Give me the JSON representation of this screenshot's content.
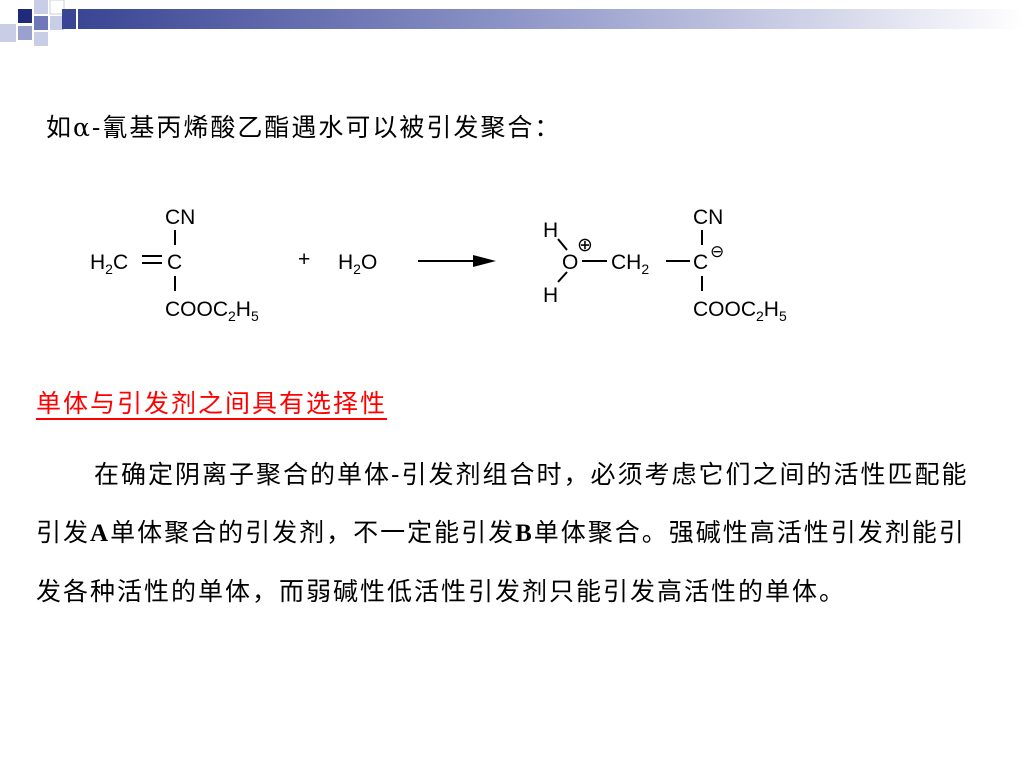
{
  "colors": {
    "accent_dark": "#1f2a7a",
    "accent_mid": "#6f78b8",
    "accent_light": "#c9cde6",
    "heading": "#ff0000"
  },
  "intro": "如α-氰基丙烯酸乙酯遇水可以被引发聚合：",
  "reaction": {
    "reactant": {
      "cn": "CN",
      "h": "H",
      "h2_sub": "2",
      "c_left": "C",
      "c_center": "C",
      "ester": "COOC",
      "ester_sub1": "2",
      "ester_h": "H",
      "ester_sub2": "5"
    },
    "plus": "+",
    "water": {
      "h": "H",
      "sub": "2",
      "o": "O"
    },
    "product": {
      "h_top": "H",
      "h_bottom": "H",
      "o": "O",
      "plus_charge": "⊕",
      "ch": "CH",
      "ch_sub": "2",
      "c": "C",
      "minus_charge": "⊖",
      "cn": "CN",
      "ester": "COOC",
      "ester_sub1": "2",
      "ester_h": "H",
      "ester_sub2": "5"
    }
  },
  "heading": "单体与引发剂之间具有选择性",
  "paragraph": {
    "part1": "在确定阴离子聚合的单体-引发剂组合时，必须考虑它们之间的活性匹配能引发",
    "bold_a": "A",
    "part2": "单体聚合的引发剂，不一定能引发",
    "bold_b": "B",
    "part3": "单体聚合。强碱性高活性引发剂能引发各种活性的单体，而弱碱性低活性引发剂只能引发高活性的单体。"
  }
}
